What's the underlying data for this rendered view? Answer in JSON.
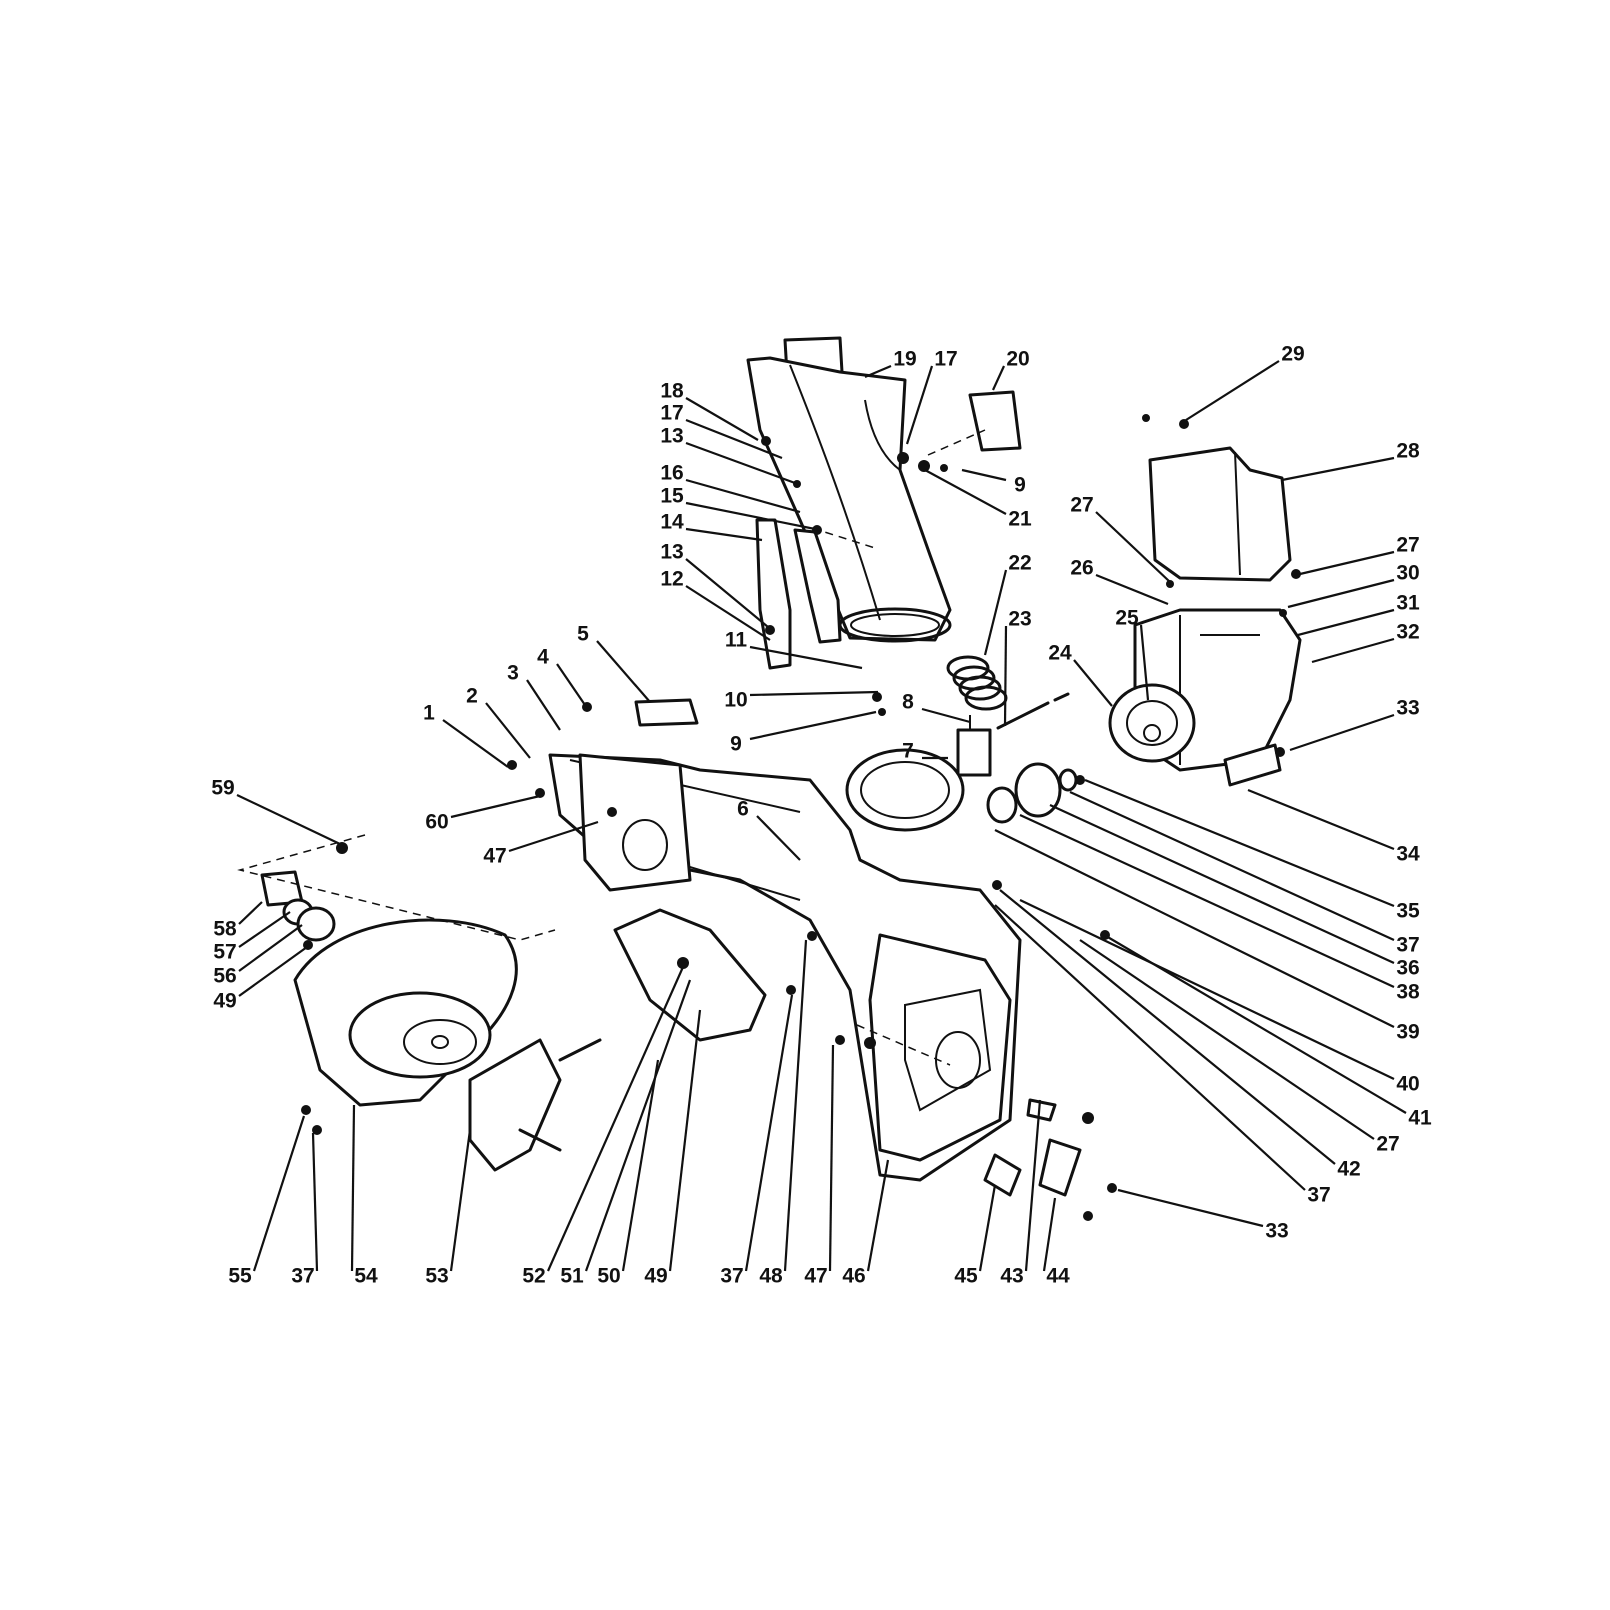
{
  "diagram": {
    "callouts": [
      "19",
      "17",
      "20",
      "18",
      "17",
      "13",
      "9",
      "21",
      "16",
      "15",
      "14",
      "13",
      "12",
      "22",
      "23",
      "29",
      "28",
      "27",
      "27",
      "26",
      "30",
      "31",
      "32",
      "25",
      "24",
      "33",
      "34",
      "35",
      "37",
      "36",
      "38",
      "39",
      "40",
      "41",
      "27",
      "42",
      "37",
      "33",
      "5",
      "4",
      "3",
      "2",
      "1",
      "11",
      "10",
      "9",
      "8",
      "7",
      "6",
      "47",
      "60",
      "59",
      "58",
      "57",
      "56",
      "49",
      "55",
      "37",
      "54",
      "53",
      "52",
      "51",
      "50",
      "49",
      "37",
      "48",
      "47",
      "46",
      "45",
      "43",
      "44"
    ]
  }
}
